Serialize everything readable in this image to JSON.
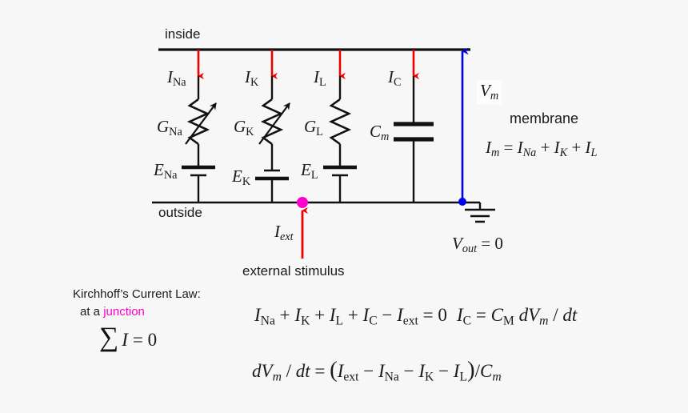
{
  "diagram": {
    "title_labels": {
      "inside": "inside",
      "outside": "outside",
      "membrane": "membrane",
      "external_stimulus": "external stimulus"
    },
    "branches": [
      {
        "id": "sodium",
        "current_label": "I",
        "current_sub": "Na",
        "conductance_label": "G",
        "conductance_sub": "Na",
        "battery_label": "E",
        "battery_sub": "Na",
        "element_type": "variable-resistor",
        "battery_polarity": "long-plate-top"
      },
      {
        "id": "potassium",
        "current_label": "I",
        "current_sub": "K",
        "conductance_label": "G",
        "conductance_sub": "K",
        "battery_label": "E",
        "battery_sub": "K",
        "element_type": "variable-resistor",
        "battery_polarity": "long-plate-bottom"
      },
      {
        "id": "leak",
        "current_label": "I",
        "current_sub": "L",
        "conductance_label": "G",
        "conductance_sub": "L",
        "battery_label": "E",
        "battery_sub": "L",
        "element_type": "fixed-resistor",
        "battery_polarity": "long-plate-top"
      },
      {
        "id": "capacitive",
        "current_label": "I",
        "current_sub": "C",
        "capacitance_label": "C",
        "capacitance_sub": "m",
        "element_type": "capacitor"
      }
    ],
    "stimulus": {
      "current_label": "I",
      "current_sub": "ext"
    },
    "membrane_potential": {
      "label": "V",
      "sub": "m"
    },
    "ground": {
      "label": "V",
      "sub": "out",
      "equals": "= 0"
    },
    "membrane_equation": {
      "lhs": "I",
      "lhs_sub": "m",
      "eq": "=",
      "t1": "I",
      "t1_sub": "Na",
      "plus1": "+",
      "t2": "I",
      "t2_sub": "K",
      "plus2": "+",
      "t3": "I",
      "t3_sub": "L"
    }
  },
  "kirchhoff": {
    "line1": "Kirchhoff’s Current Law:",
    "line2_prefix": "at a ",
    "line2_highlight": "junction",
    "sigma": "∑",
    "sigma_expr_var": "I",
    "sigma_expr_rest": "= 0"
  },
  "equations": {
    "kcl": {
      "t1": "I",
      "t1_sub": "Na",
      "op1": "+",
      "t2": "I",
      "t2_sub": "K",
      "op2": "+",
      "t3": "I",
      "t3_sub": "L",
      "op3": "+",
      "t4": "I",
      "t4_sub": "C",
      "op4": "−",
      "t5": "I",
      "t5_sub": "ext",
      "op5": "=",
      "rhs": "0"
    },
    "capacitive_current": {
      "lhs": "I",
      "lhs_sub": "C",
      "eq": "=",
      "c": "C",
      "c_sub": "M",
      "d1": "dV",
      "d1_sub": "m",
      "slash": "/",
      "d2": "dt"
    },
    "dvdt": {
      "lhs_d": "dV",
      "lhs_sub": "m",
      "lhs_slash": "/",
      "lhs_dt": "dt",
      "eq": "=",
      "open": "(",
      "t1": "I",
      "t1_sub": "ext",
      "op1": "−",
      "t2": "I",
      "t2_sub": "Na",
      "op2": "−",
      "t3": "I",
      "t3_sub": "K",
      "op3": "−",
      "t4": "I",
      "t4_sub": "L",
      "close": ")",
      "div": "/",
      "denom": "C",
      "denom_sub": "m"
    }
  },
  "colors": {
    "wire": "#111111",
    "current_arrow": "#ee0000",
    "stimulus_arrow": "#ee0000",
    "junction_dot": "#ff00cc",
    "voltage_arrow": "#0000ee",
    "ground_dot": "#0000ee",
    "background": "#f7f7f7",
    "highlight_text": "#ff00cc"
  }
}
